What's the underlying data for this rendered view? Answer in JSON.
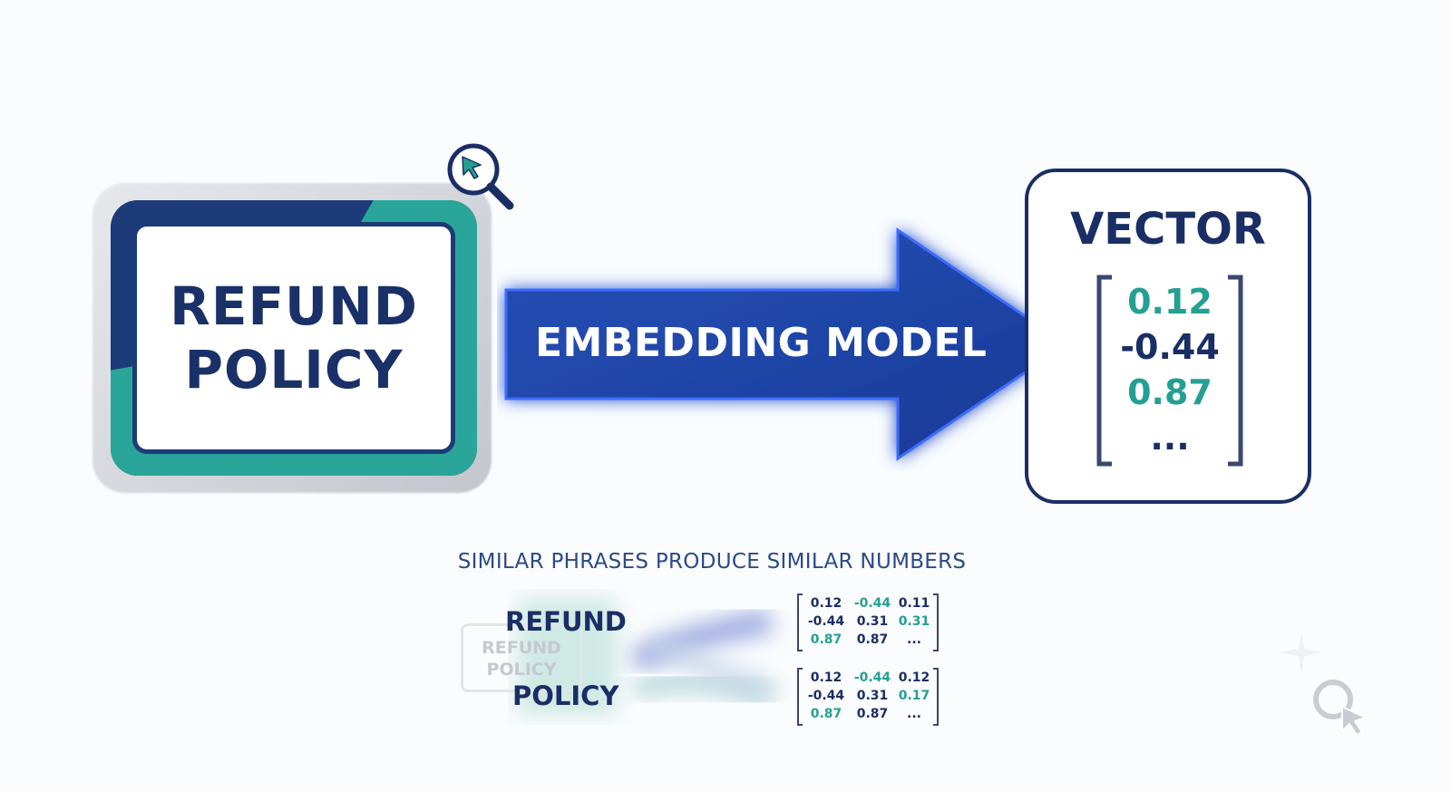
{
  "input_card": {
    "line1": "REFUND",
    "line2": "POLICY"
  },
  "arrow": {
    "label": "EMBEDDING MODEL"
  },
  "vector_box": {
    "title": "VECTOR",
    "values": [
      "0.12",
      "-0.44",
      "0.87",
      "..."
    ]
  },
  "comparison": {
    "caption": "SIMILAR PHRASES PRODUCE SIMILAR NUMBERS",
    "ghost_line1": "REFUND",
    "ghost_line2": "POLICY",
    "word1": "REFUND",
    "word2": "POLICY",
    "matrix1": [
      [
        "0.12",
        "-0.44",
        "0.11"
      ],
      [
        "-0.44",
        "0.31",
        "0.31"
      ],
      [
        "0.87",
        "0.87",
        "..."
      ]
    ],
    "matrix2": [
      [
        "0.12",
        "-0.44",
        "0.12"
      ],
      [
        "-0.44",
        "0.31",
        "0.17"
      ],
      [
        "0.87",
        "0.87",
        "..."
      ]
    ]
  },
  "colors": {
    "navy": "#1a2e66",
    "teal": "#24a092",
    "arrow_blue": "#1f44a8",
    "glow": "#3b6cff"
  },
  "icons": {
    "magnifier": "magnifier-cursor-icon",
    "corner": "cursor-search-icon"
  }
}
